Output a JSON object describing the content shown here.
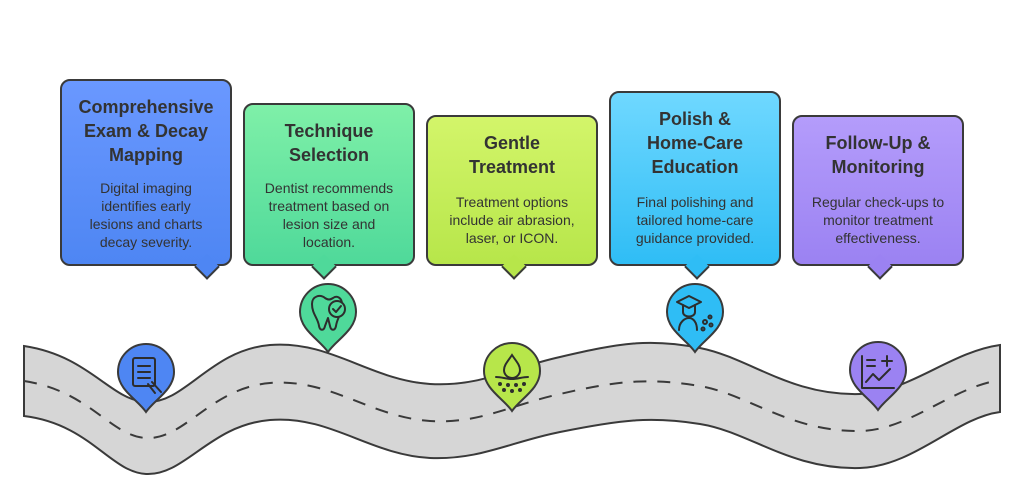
{
  "steps": [
    {
      "title_lines": [
        "Comprehensive",
        "Exam & Decay",
        "Mapping"
      ],
      "desc_lines": [
        "Digital imaging",
        "identifies early",
        "lesions and charts",
        "decay severity."
      ],
      "color": "#4e86f3",
      "icon": "dental-xray-icon"
    },
    {
      "title_lines": [
        "Technique",
        "Selection"
      ],
      "desc_lines": [
        "Dentist recommends",
        "treatment based on",
        "lesion size and",
        "location."
      ],
      "color": "#4fd99a",
      "icon": "tooth-check-icon"
    },
    {
      "title_lines": [
        "Gentle",
        "Treatment"
      ],
      "desc_lines": [
        "Treatment options",
        "include air abrasion,",
        "laser, or ICON."
      ],
      "color": "#b7e64a",
      "icon": "drop-absorb-icon"
    },
    {
      "title_lines": [
        "Polish &",
        "Home-Care",
        "Education"
      ],
      "desc_lines": [
        "Final polishing and",
        "tailored home-care",
        "guidance provided."
      ],
      "color": "#2fbdf5",
      "icon": "graduate-care-icon"
    },
    {
      "title_lines": [
        "Follow-Up &",
        "Monitoring"
      ],
      "desc_lines": [
        "Regular check-ups to",
        "monitor treatment",
        "effectiveness."
      ],
      "color": "#9b82f2",
      "icon": "chart-plus-icon"
    }
  ],
  "colors": {
    "road": "#d6d6d6",
    "road_outline": "#3a3a3a",
    "road_dash": "#3a3a3a"
  }
}
